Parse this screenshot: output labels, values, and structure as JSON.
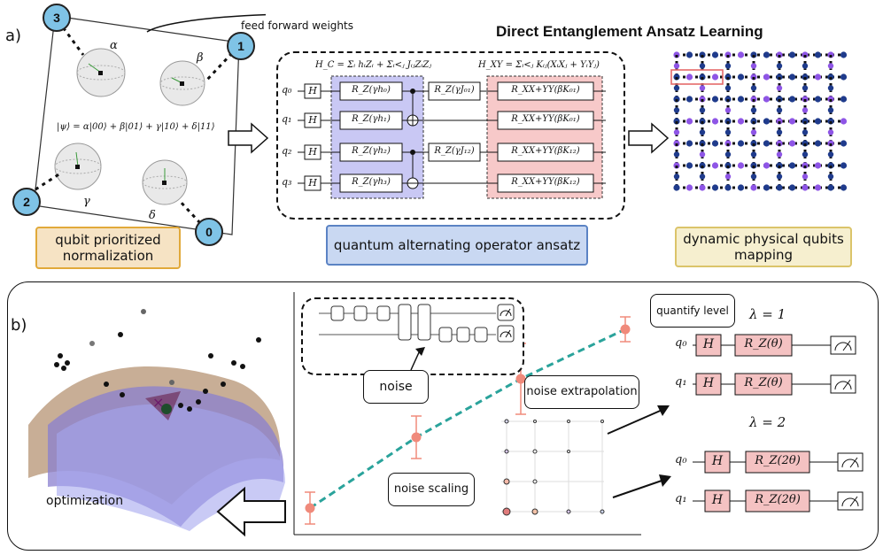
{
  "panel_a": {
    "label": "a)",
    "title": "Direct Entanglement Ansatz Learning",
    "feed_forward": "feed forward weights",
    "qubit_markers": [
      "3",
      "1",
      "2",
      "0"
    ],
    "greek": {
      "alpha": "α",
      "beta": "β",
      "gamma": "γ",
      "delta": "δ"
    },
    "state_eq": "|ψ⟩ = α|00⟩ + β|01⟩ + γ|10⟩ + δ|11⟩",
    "hc_eq": "H_C = Σᵢ hᵢZᵢ + Σᵢ<ⱼ JᵢⱼZᵢZⱼ",
    "hxy_eq": "H_XY = Σᵢ<ⱼ Kᵢⱼ(XᵢXⱼ + YᵢYⱼ)",
    "qubit_labels": [
      "q₀",
      "q₁",
      "q₂",
      "q₃"
    ],
    "h_gate": "H",
    "rz_gates": [
      "R_Z(γh₀)",
      "R_Z(γh₁)",
      "R_Z(γh₂)",
      "R_Z(γh₃)"
    ],
    "j_gates": [
      "R_Z(γJ₀₁)",
      "R_Z(γJ₁₂)"
    ],
    "rxxyy_gates": [
      "R_XX+YY(βK₀₁)",
      "R_XX+YY(βK₀₁)",
      "R_XX+YY(βK₁₂)",
      "R_XX+YY(βK₁₂)"
    ],
    "box_qubit_norm": "qubit prioritized normalization",
    "box_qaoa": "quantum alternating operator ansatz",
    "box_mapping": "dynamic physical qubits mapping"
  },
  "panel_b": {
    "label": "b)",
    "optimization": "optimization",
    "noise": "noise",
    "noise_extrapolation": "noise extrapolation",
    "noise_scaling": "noise scaling",
    "quantify_level": "quantify level",
    "lambda1": "λ = 1",
    "lambda2": "λ = 2",
    "q0": "q₀",
    "q1": "q₁",
    "h_gate": "H",
    "rz_theta": "R_Z(θ)",
    "rz_2theta": "R_Z(2θ)"
  },
  "colors": {
    "purple_block": "#c9c8f4",
    "red_block": "#f7c9c9",
    "gate_pink": "#f4c2c2",
    "orange_box": "#f6e3c4",
    "blue_box": "#c9d8f2",
    "yellow_box": "#f6efcf",
    "marker_blue": "#7fc3e6",
    "dot_navy": "#1f3b8c",
    "dot_violet": "#8e55e6",
    "trend_teal": "#2aa39b",
    "point_salmon": "#f08a7b"
  }
}
